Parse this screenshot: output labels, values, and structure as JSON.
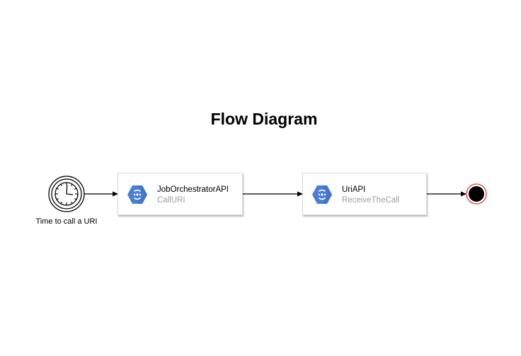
{
  "diagram": {
    "title": "Flow Diagram",
    "start_event": {
      "label": "Time to call a URI",
      "icon": "clock-timer-icon"
    },
    "tasks": [
      {
        "name": "JobOrchestratorAPI",
        "operation": "CallURI",
        "icon": "cloud-endpoints-icon"
      },
      {
        "name": "UriAPI",
        "operation": "ReceiveTheCall",
        "icon": "cloud-endpoints-icon"
      }
    ],
    "end_event": {
      "icon": "end-event-icon"
    },
    "colors": {
      "task_icon": "#4a7fd4",
      "end_event_ring": "#e53935",
      "end_event_fill": "#000000",
      "operation_text": "#9e9e9e"
    }
  }
}
